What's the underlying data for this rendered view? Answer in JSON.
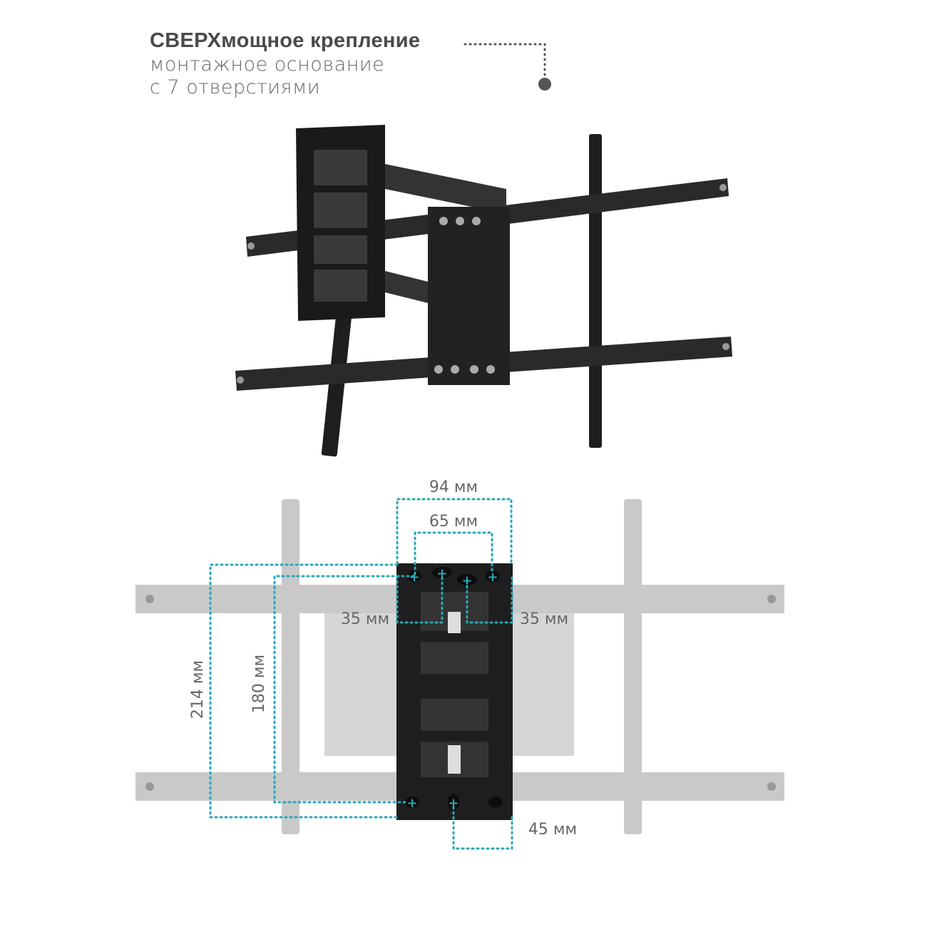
{
  "heading": {
    "title": "СВЕРХмощное крепление",
    "line2": "монтажное основание",
    "line3": "с  7  отверстиями"
  },
  "dimensions": {
    "width_outer": "94 мм",
    "width_inner": "65 мм",
    "offset_left": "35 мм",
    "offset_right": "35 мм",
    "height_outer": "214 мм",
    "height_inner": "180 мм",
    "bottom_offset": "45 мм"
  },
  "colors": {
    "accent": "#2aa7b8",
    "metal": "#1e1e1e",
    "ghost": "#c9c9c9",
    "text": "#555555"
  }
}
